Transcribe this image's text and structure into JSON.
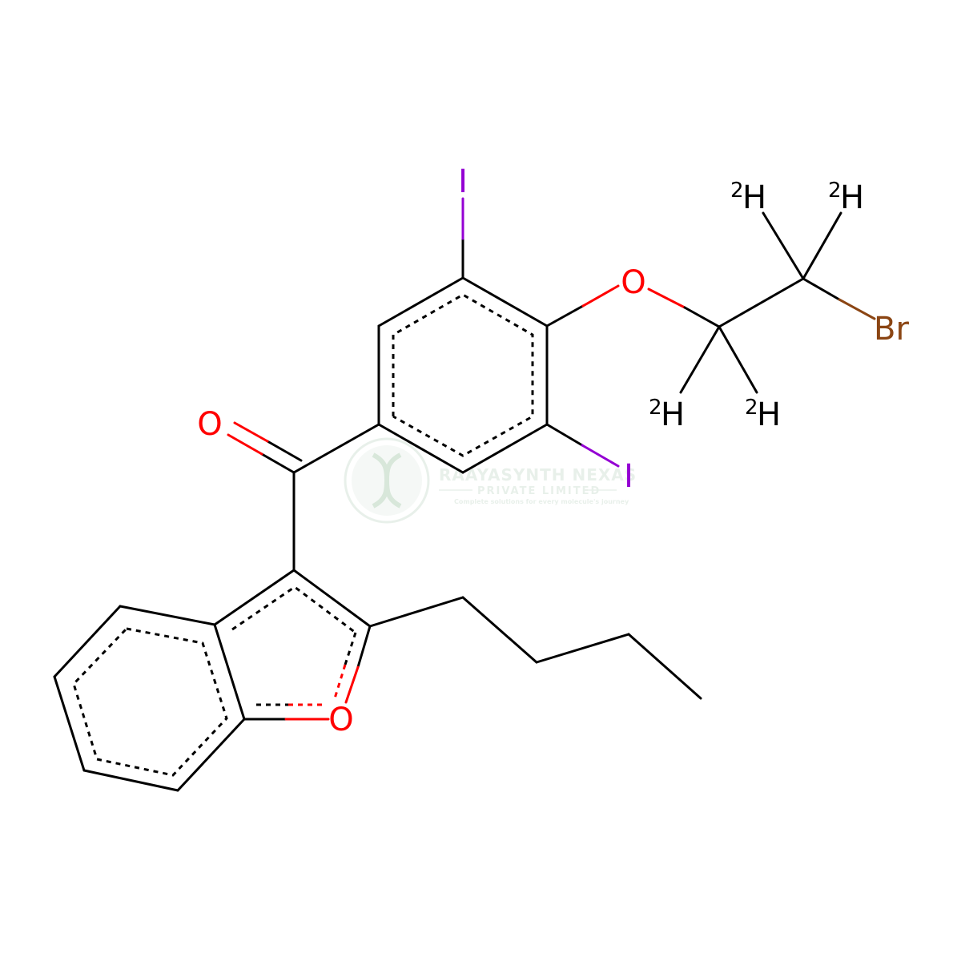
{
  "colors": {
    "bond": "#000000",
    "oxygen": "#ff0000",
    "iodine": "#9400d3",
    "bromine": "#8b4513",
    "hydrogen": "#000000",
    "watermark": "#d7e4da"
  },
  "atoms": {
    "iodine_top": "I",
    "iodine_right": "I",
    "oxygen_ether": "O",
    "oxygen_carbonyl": "O",
    "oxygen_furan": "O",
    "bromine": "Br",
    "deuterium_mass": "2",
    "deuterium_symbol": "H"
  },
  "watermark": {
    "title": "RAAYASYNTH NEXAS",
    "subtitle": "PRIVATE LIMITED",
    "tagline": "Complete solutions for every molecule's journey"
  }
}
